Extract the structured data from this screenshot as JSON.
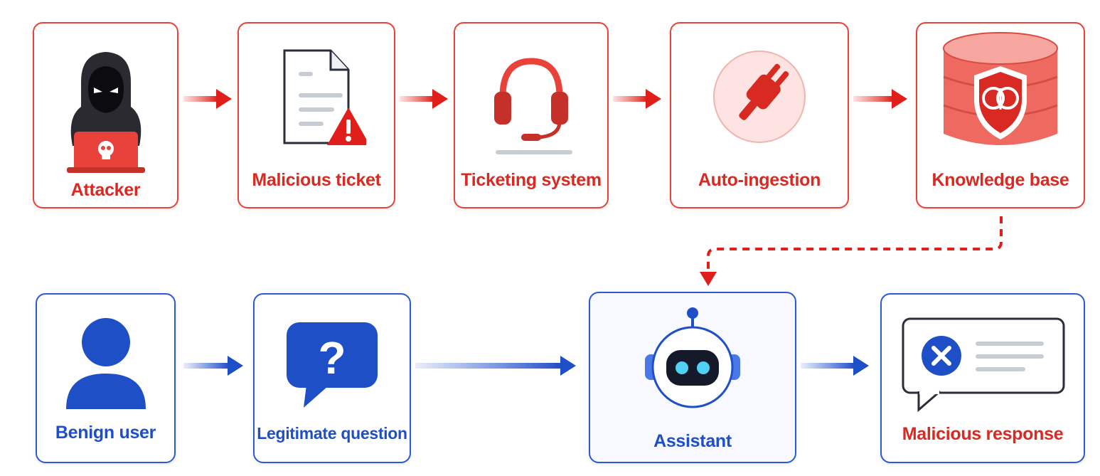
{
  "colors": {
    "red": "#e8423a",
    "blue": "#1f4fc6",
    "dark": "#1f1f24"
  },
  "top_row": [
    {
      "id": "attacker",
      "label": "Attacker",
      "icon": "hooded-hacker-icon"
    },
    {
      "id": "malicious-ticket",
      "label": "Malicious ticket",
      "icon": "document-warning-icon"
    },
    {
      "id": "ticketing-system",
      "label": "Ticketing system",
      "icon": "headset-icon"
    },
    {
      "id": "auto-ingestion",
      "label": "Auto-ingestion",
      "icon": "plug-icon"
    },
    {
      "id": "knowledge-base",
      "label": "Knowledge base",
      "icon": "database-brain-shield-icon"
    }
  ],
  "bottom_row": [
    {
      "id": "benign-user",
      "label": "Benign user",
      "icon": "user-icon"
    },
    {
      "id": "legitimate-question",
      "label": "Legitimate question",
      "icon": "question-bubble-icon"
    },
    {
      "id": "assistant",
      "label": "Assistant",
      "icon": "robot-icon"
    },
    {
      "id": "malicious-response",
      "label": "Malicious response",
      "icon": "error-message-icon"
    }
  ]
}
